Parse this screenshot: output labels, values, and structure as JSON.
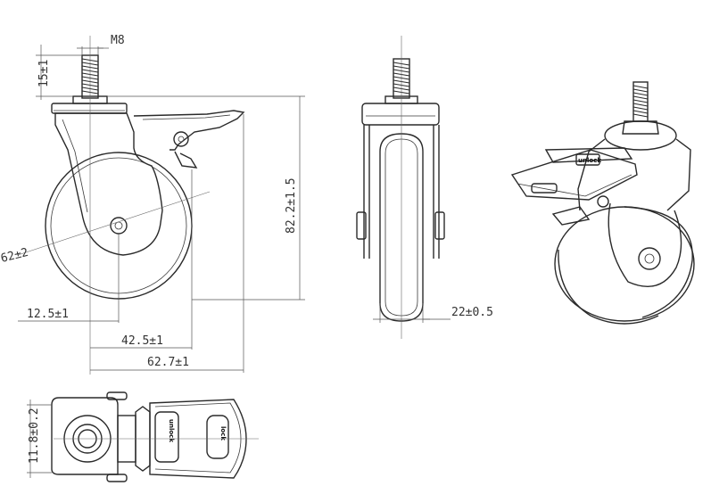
{
  "dimensions": {
    "thread": "M8",
    "stem_length": "15±1",
    "wheel_diameter": "62±2",
    "overall_height": "82.2±1.5",
    "offset": "12.5±1",
    "plate_width": "42.5±1",
    "overall_length": "62.7±1",
    "wheel_width": "22±0.5",
    "top_width": "11.8±0.2"
  },
  "brake_labels": {
    "unlock": "unlock",
    "lock": "lock"
  }
}
